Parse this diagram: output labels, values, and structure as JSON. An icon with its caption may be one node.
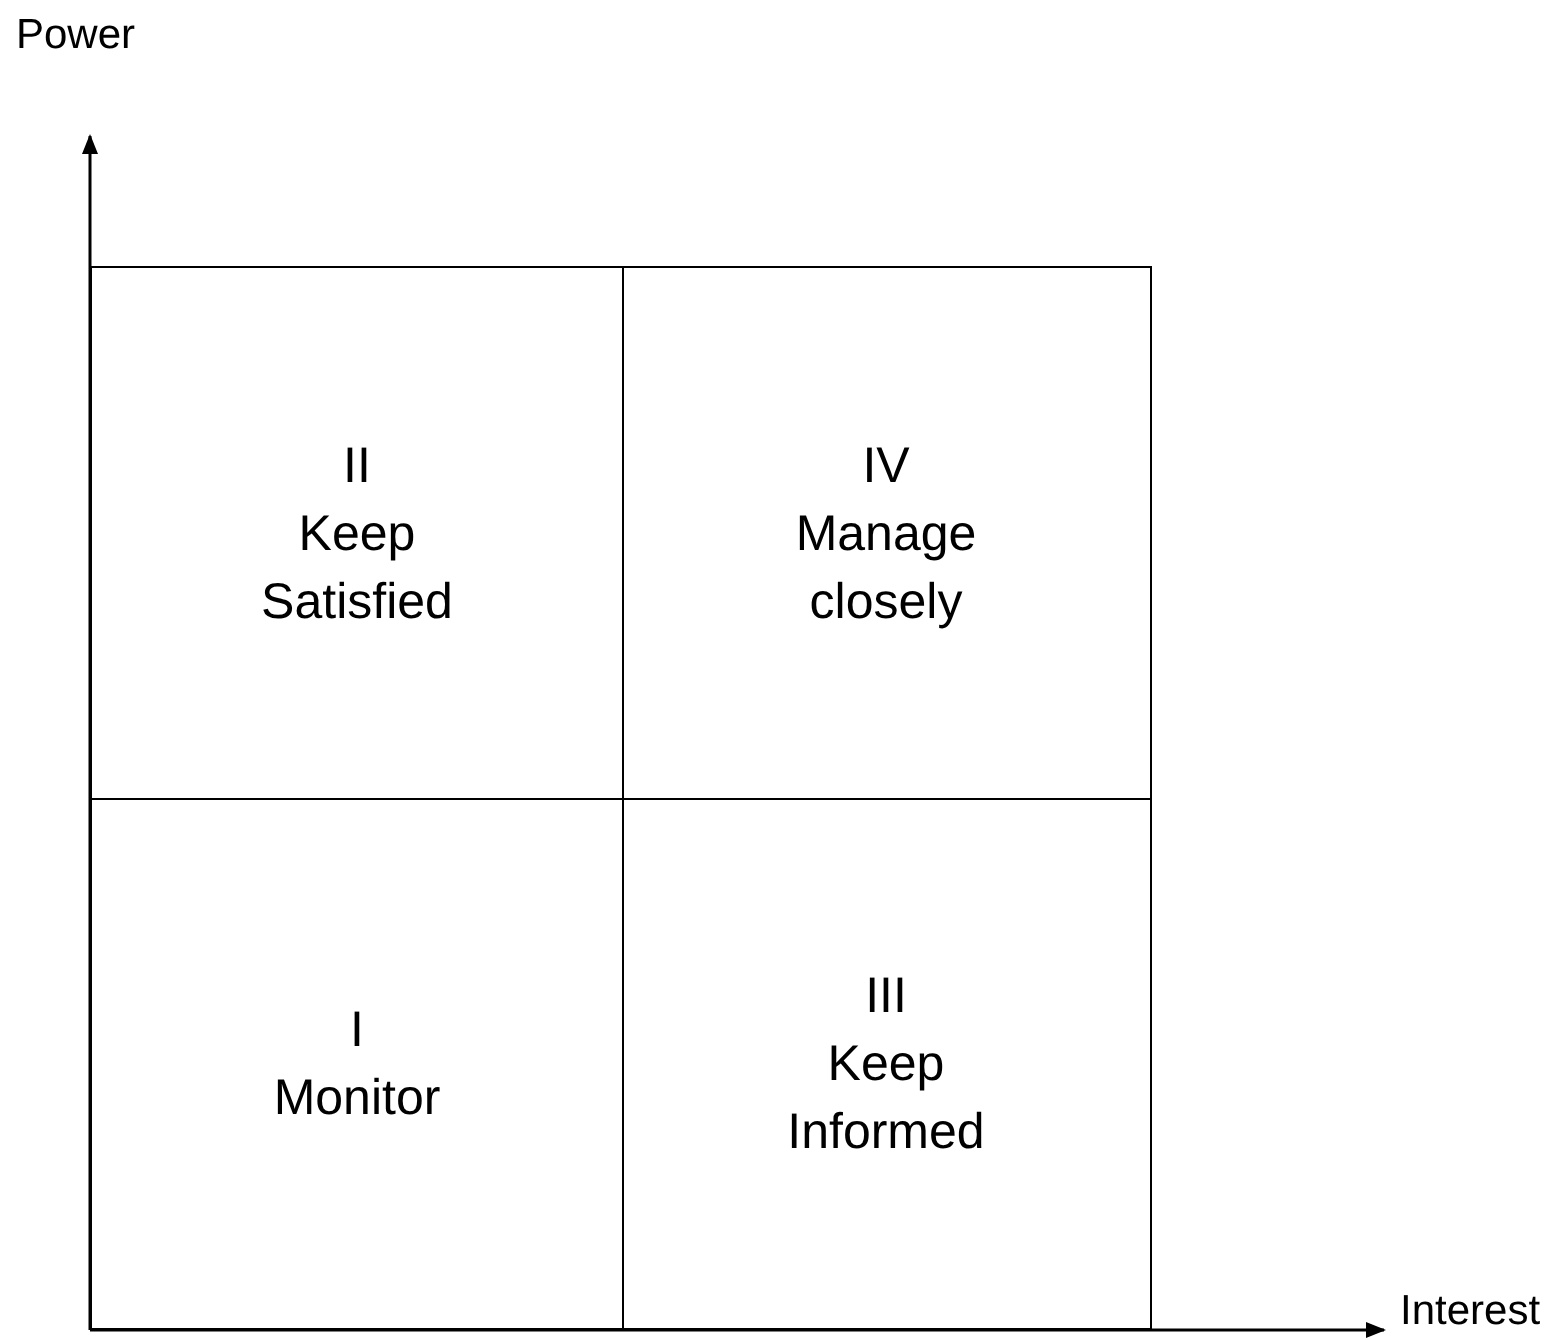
{
  "diagram": {
    "nodes": [
      {
        "text": [
          "II",
          "Keep Satisfied"
        ]
      },
      {
        "text": [
          "IV",
          "Manage closely"
        ]
      },
      {
        "text": [
          "I",
          "Monitor"
        ]
      },
      {
        "text": [
          "III",
          "Keep Informed"
        ]
      }
    ],
    "labels": [
      "Power",
      "Interest"
    ]
  }
}
